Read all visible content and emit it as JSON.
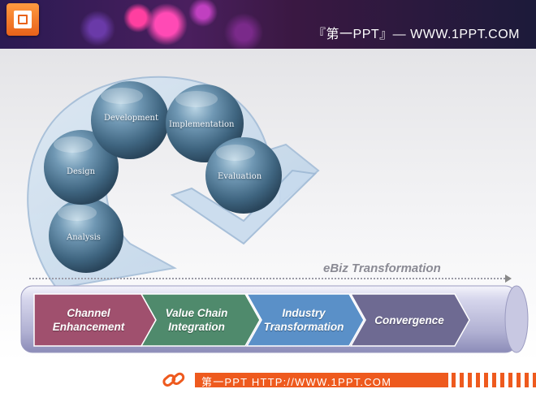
{
  "header": {
    "title": "『第一PPT』— WWW.1PPT.COM",
    "logo_icon": "presentation-icon"
  },
  "cycle": {
    "stages": [
      "Analysis",
      "Design",
      "Development",
      "Implementation",
      "Evaluation"
    ]
  },
  "transformation": {
    "title": "eBiz Transformation",
    "steps": [
      {
        "line1": "Channel",
        "line2": "Enhancement",
        "color": "#a0506e"
      },
      {
        "line1": "Value Chain",
        "line2": "Integration",
        "color": "#4f8a6c"
      },
      {
        "line1": "Industry",
        "line2": "Transformation",
        "color": "#5a90c8"
      },
      {
        "line1": "Convergence",
        "line2": "",
        "color": "#6e6a92"
      }
    ]
  },
  "footer": {
    "text": "第一PPT HTTP://WWW.1PPT.COM",
    "icon": "link-icon"
  }
}
